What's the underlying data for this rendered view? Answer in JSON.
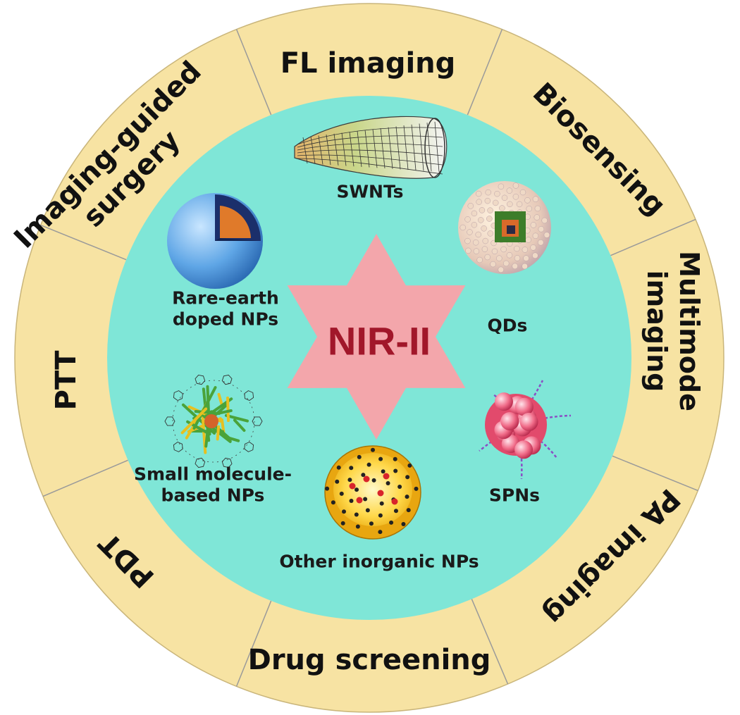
{
  "colors": {
    "outer_ring": "#f7e3a3",
    "inner_disc": "#7fe6d7",
    "star": "#f3a6ab",
    "center_text": "#a1172a",
    "divider": "#9a9a9a"
  },
  "center": {
    "label": "NIR-II"
  },
  "applications": [
    {
      "lines": [
        "FL imaging"
      ]
    },
    {
      "lines": [
        "Biosensing"
      ]
    },
    {
      "lines": [
        "Multimode",
        "imaging"
      ]
    },
    {
      "lines": [
        "PA imaging"
      ]
    },
    {
      "lines": [
        "Drug screening"
      ]
    },
    {
      "lines": [
        "PDT"
      ]
    },
    {
      "lines": [
        "PTT"
      ]
    },
    {
      "lines": [
        "Imaging-guided",
        "surgery"
      ]
    }
  ],
  "nanomaterials": [
    {
      "icon": "nanotube-icon",
      "lines": [
        "SWNTs"
      ]
    },
    {
      "icon": "quantum-dot-icon",
      "lines": [
        "QDs"
      ]
    },
    {
      "icon": "polymer-nanoparticle-icon",
      "lines": [
        "SPNs"
      ]
    },
    {
      "icon": "inorganic-nanoparticle-icon",
      "lines": [
        "Other inorganic NPs"
      ]
    },
    {
      "icon": "molecular-cluster-icon",
      "lines": [
        "Small molecule-",
        "based NPs"
      ]
    },
    {
      "icon": "core-shell-sphere-icon",
      "lines": [
        "Rare-earth",
        "doped NPs"
      ]
    }
  ]
}
